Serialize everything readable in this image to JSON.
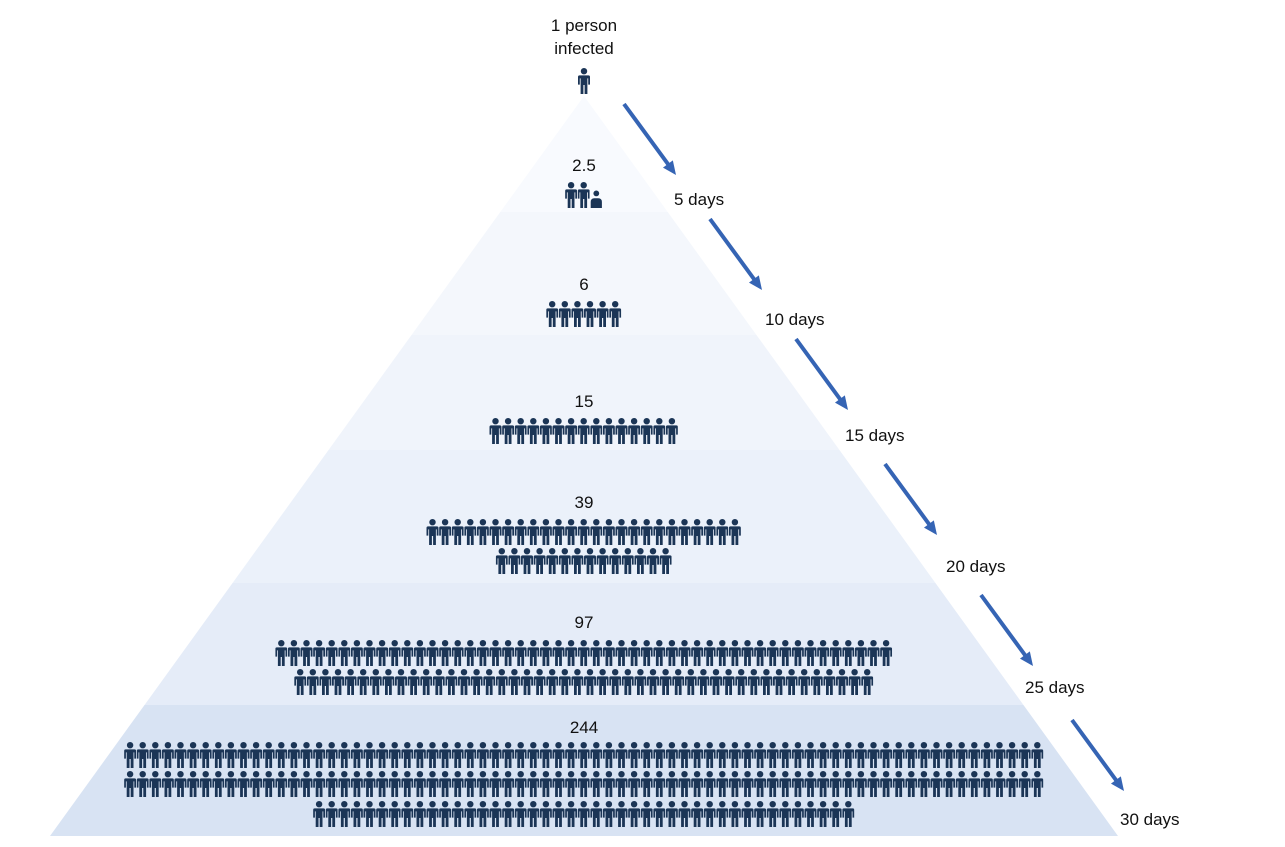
{
  "top": {
    "label_line1": "1 person",
    "label_line2": "infected",
    "count": 1,
    "icon": "person-icon"
  },
  "tiers": [
    {
      "label": "2.5",
      "count": 2.5,
      "rows": [
        2.5
      ]
    },
    {
      "label": "6",
      "count": 6,
      "rows": [
        6
      ]
    },
    {
      "label": "15",
      "count": 15,
      "rows": [
        15
      ]
    },
    {
      "label": "39",
      "count": 39,
      "rows": [
        25,
        14
      ]
    },
    {
      "label": "97",
      "count": 97,
      "rows": [
        49,
        46
      ]
    },
    {
      "label": "244",
      "count": 244,
      "rows": [
        73,
        73,
        43
      ]
    }
  ],
  "steps": [
    {
      "label": "5 days"
    },
    {
      "label": "10 days"
    },
    {
      "label": "15 days"
    },
    {
      "label": "20 days"
    },
    {
      "label": "25 days"
    },
    {
      "label": "30 days"
    }
  ],
  "colors": {
    "icon": "#1b3556",
    "arrow": "#3564b4",
    "text": "#111111",
    "bands": [
      "#f8fafe",
      "#f4f7fc",
      "#f0f4fb",
      "#ebf1fa",
      "#e5ecf8",
      "#d8e3f3"
    ]
  }
}
